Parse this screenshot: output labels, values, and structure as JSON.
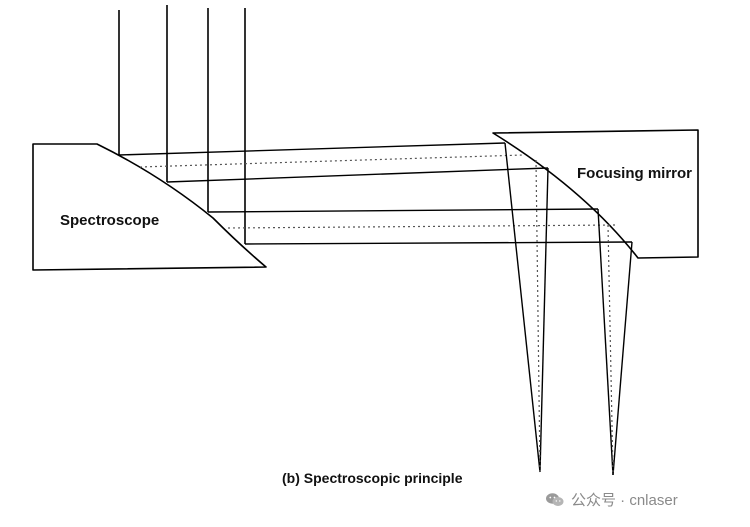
{
  "labels": {
    "spectroscope": "Spectroscope",
    "focusing_mirror": "Focusing mirror",
    "caption": "(b) Spectroscopic principle"
  },
  "watermark": {
    "text": "公众号 · cnlaser",
    "icon": "wechat-icon"
  },
  "colors": {
    "stroke": "#000000",
    "dotted": "#555555",
    "watermark": "#8a8a8a"
  }
}
